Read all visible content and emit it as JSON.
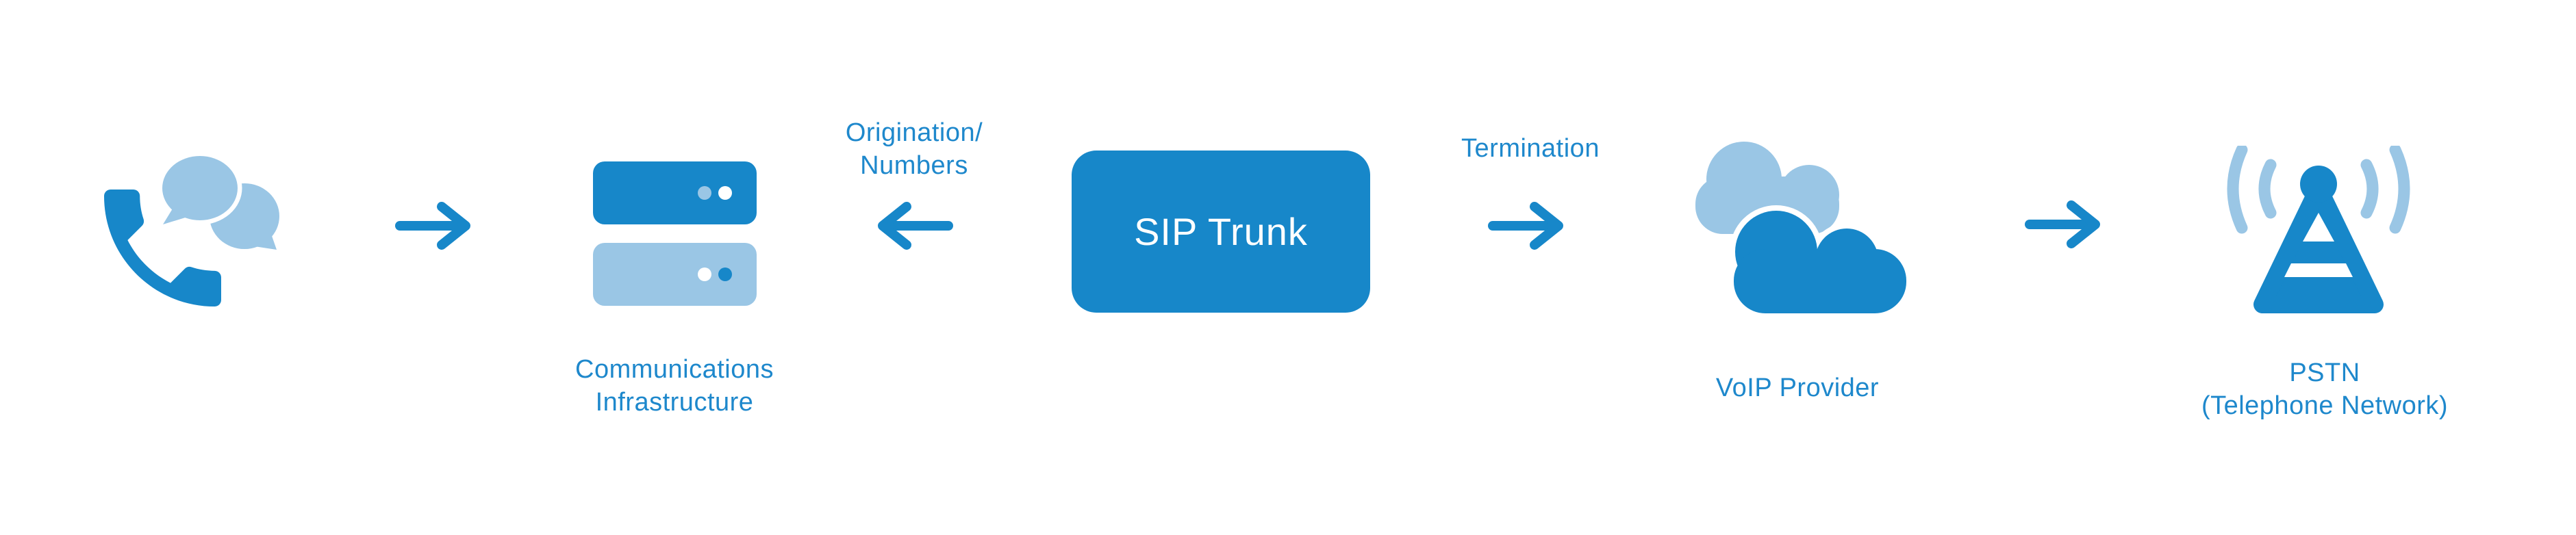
{
  "diagram": {
    "colors": {
      "primary_blue": "#1787C9",
      "light_blue": "#9AC6E5",
      "label_text": "#1E88CC",
      "box_text": "#FFFFFF",
      "background": "#FFFFFF"
    },
    "nodes": {
      "caller": {
        "icon": "phone-chat-icon"
      },
      "infrastructure": {
        "icon": "server-stack-icon",
        "label": "Communications\nInfrastructure"
      },
      "sip_trunk": {
        "label": "SIP Trunk"
      },
      "voip_provider": {
        "icon": "cloud-icon",
        "label": "VoIP Provider"
      },
      "pstn": {
        "icon": "radio-tower-icon",
        "label": "PSTN\n(Telephone Network)"
      }
    },
    "flows": {
      "caller_to_infrastructure": {
        "icon": "arrow-right-icon",
        "label": ""
      },
      "origination": {
        "icon": "arrow-left-icon",
        "label": "Origination/\nNumbers",
        "direction": "left"
      },
      "termination": {
        "icon": "arrow-right-icon",
        "label": "Termination",
        "direction": "right"
      },
      "voip_to_pstn": {
        "icon": "arrow-right-icon",
        "label": ""
      }
    }
  }
}
